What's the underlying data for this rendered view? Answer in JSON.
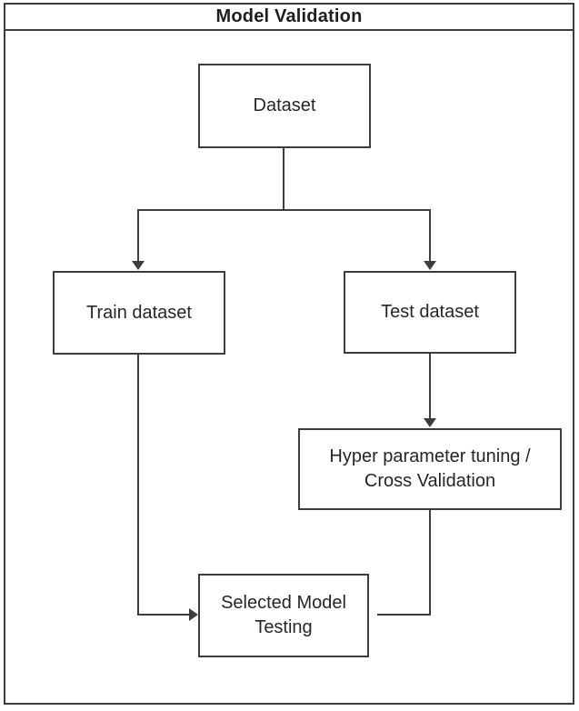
{
  "title": "Model Validation",
  "diagram": {
    "type": "flowchart",
    "nodes": {
      "dataset": {
        "lines": [
          "Dataset"
        ]
      },
      "train_dataset": {
        "lines": [
          "Train dataset"
        ]
      },
      "test_dataset": {
        "lines": [
          "Test dataset"
        ]
      },
      "hyperparameter_tuning": {
        "lines": [
          "Hyper parameter tuning /",
          "Cross Validation"
        ]
      },
      "selected_model_testing": {
        "lines": [
          "Selected Model",
          "Testing"
        ]
      }
    },
    "edges": [
      {
        "from": "Dataset",
        "to": "Train dataset"
      },
      {
        "from": "Dataset",
        "to": "Test dataset"
      },
      {
        "from": "Test dataset",
        "to": "Hyper parameter tuning / Cross Validation"
      },
      {
        "from": "Train dataset",
        "to": "Selected Model Testing"
      },
      {
        "from": "Hyper parameter tuning / Cross Validation",
        "to": "Selected Model Testing"
      }
    ],
    "colors": {
      "line": "#3d3d3d",
      "text": "#262626",
      "background": "#ffffff"
    }
  }
}
